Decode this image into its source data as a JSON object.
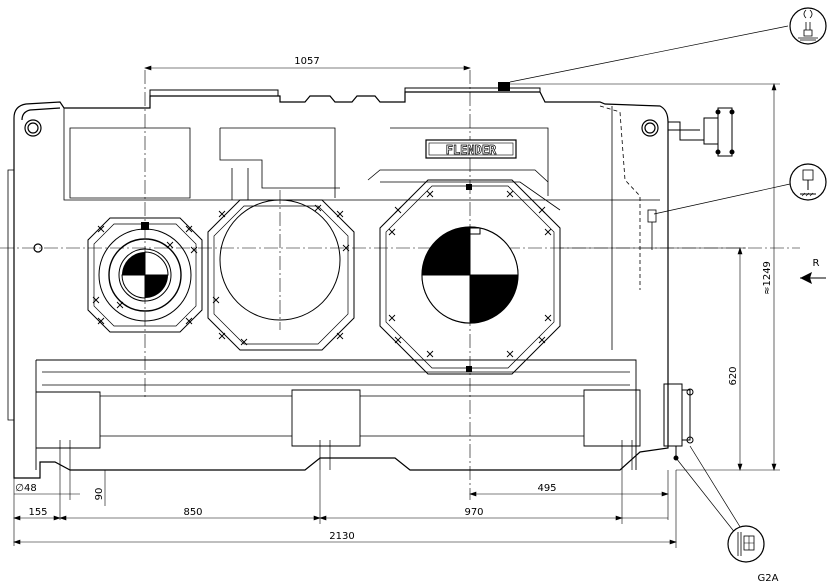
{
  "brand": "FLENDER",
  "dimensions": {
    "shaft_spacing": "1057",
    "total_height": "≈1249",
    "shaft_height": "620",
    "right_offset": "495",
    "bolt_hole": "∅48",
    "foot_thickness": "90",
    "left_edge": "155",
    "left_span": "850",
    "right_span": "970",
    "total_length": "2130"
  },
  "view_marker": "R",
  "drain_label": "G2A",
  "icons": [
    "vent-filter-icon",
    "oil-level-dipstick-icon",
    "oil-drain-icon"
  ]
}
